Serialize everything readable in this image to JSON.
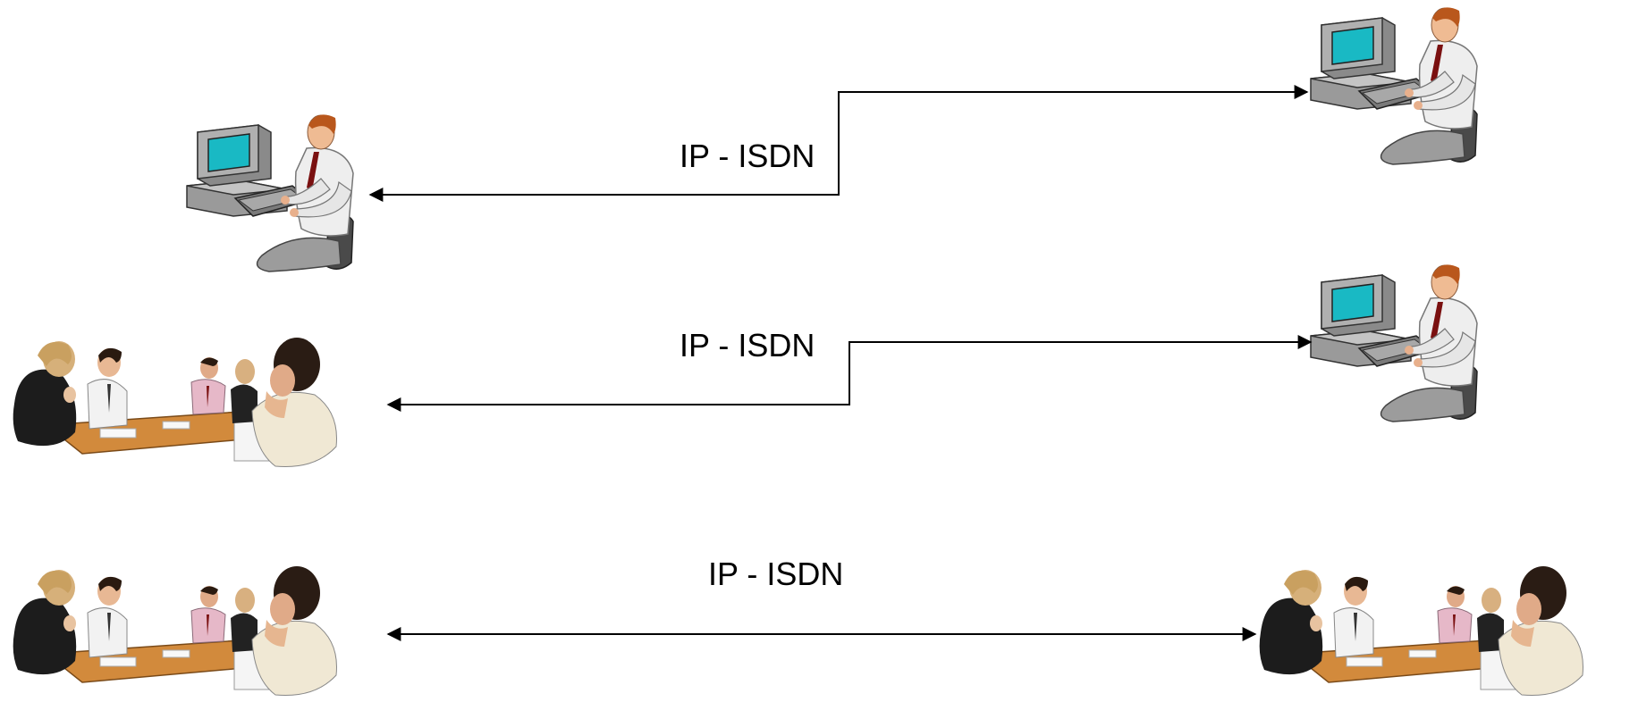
{
  "diagram": {
    "links": [
      {
        "label": "IP - ISDN",
        "from": "computer-user",
        "to": "computer-user"
      },
      {
        "label": "IP - ISDN",
        "from": "meeting-group",
        "to": "computer-user"
      },
      {
        "label": "IP - ISDN",
        "from": "meeting-group",
        "to": "meeting-group"
      }
    ]
  }
}
